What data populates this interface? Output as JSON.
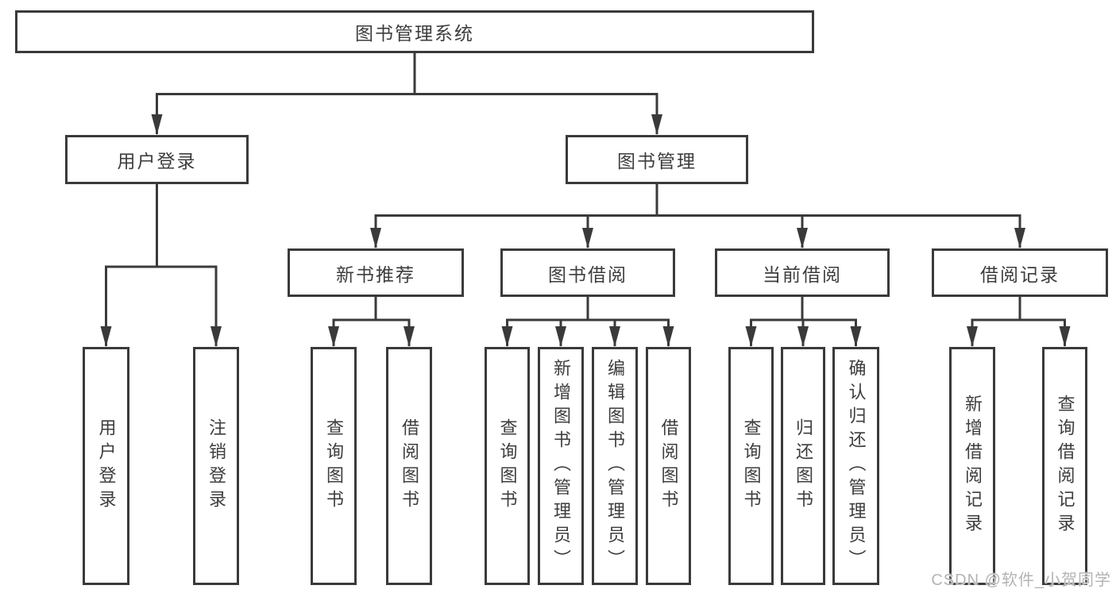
{
  "nodes": {
    "root": {
      "label": "图书管理系统"
    },
    "user_login": {
      "label": "用户登录"
    },
    "book_mgmt": {
      "label": "图书管理"
    },
    "new_book_rec": {
      "label": "新书推荐"
    },
    "book_borrow": {
      "label": "图书借阅"
    },
    "current_borrow": {
      "label": "当前借阅"
    },
    "borrow_record": {
      "label": "借阅记录"
    },
    "ul_login": {
      "label": "用户登录"
    },
    "ul_logout": {
      "label": "注销登录"
    },
    "nr_query": {
      "label": "查询图书"
    },
    "nr_borrow": {
      "label": "借阅图书"
    },
    "bb_query": {
      "label": "查询图书"
    },
    "bb_add": {
      "label": "新增图书（管理员）"
    },
    "bb_edit": {
      "label": "编辑图书（管理员）"
    },
    "bb_borrow": {
      "label": "借阅图书"
    },
    "cb_query": {
      "label": "查询图书"
    },
    "cb_return": {
      "label": "归还图书"
    },
    "cb_confirm": {
      "label": "确认归还（管理员）"
    },
    "br_add": {
      "label": "新增借阅记录"
    },
    "br_query": {
      "label": "查询借阅记录"
    }
  },
  "structure": {
    "root": "图书管理系统",
    "children": [
      {
        "label": "用户登录",
        "children": [
          "用户登录",
          "注销登录"
        ]
      },
      {
        "label": "图书管理",
        "children": [
          {
            "label": "新书推荐",
            "children": [
              "查询图书",
              "借阅图书"
            ]
          },
          {
            "label": "图书借阅",
            "children": [
              "查询图书",
              "新增图书（管理员）",
              "编辑图书（管理员）",
              "借阅图书"
            ]
          },
          {
            "label": "当前借阅",
            "children": [
              "查询图书",
              "归还图书",
              "确认归还（管理员）"
            ]
          },
          {
            "label": "借阅记录",
            "children": [
              "新增借阅记录",
              "查询借阅记录"
            ]
          }
        ]
      }
    ]
  },
  "watermark": "CSDN @软件_小贺同学",
  "colors": {
    "line": "#3a3a3a",
    "text": "#3d3d3d",
    "watermark": "#b3b3b3",
    "background": "#ffffff"
  }
}
